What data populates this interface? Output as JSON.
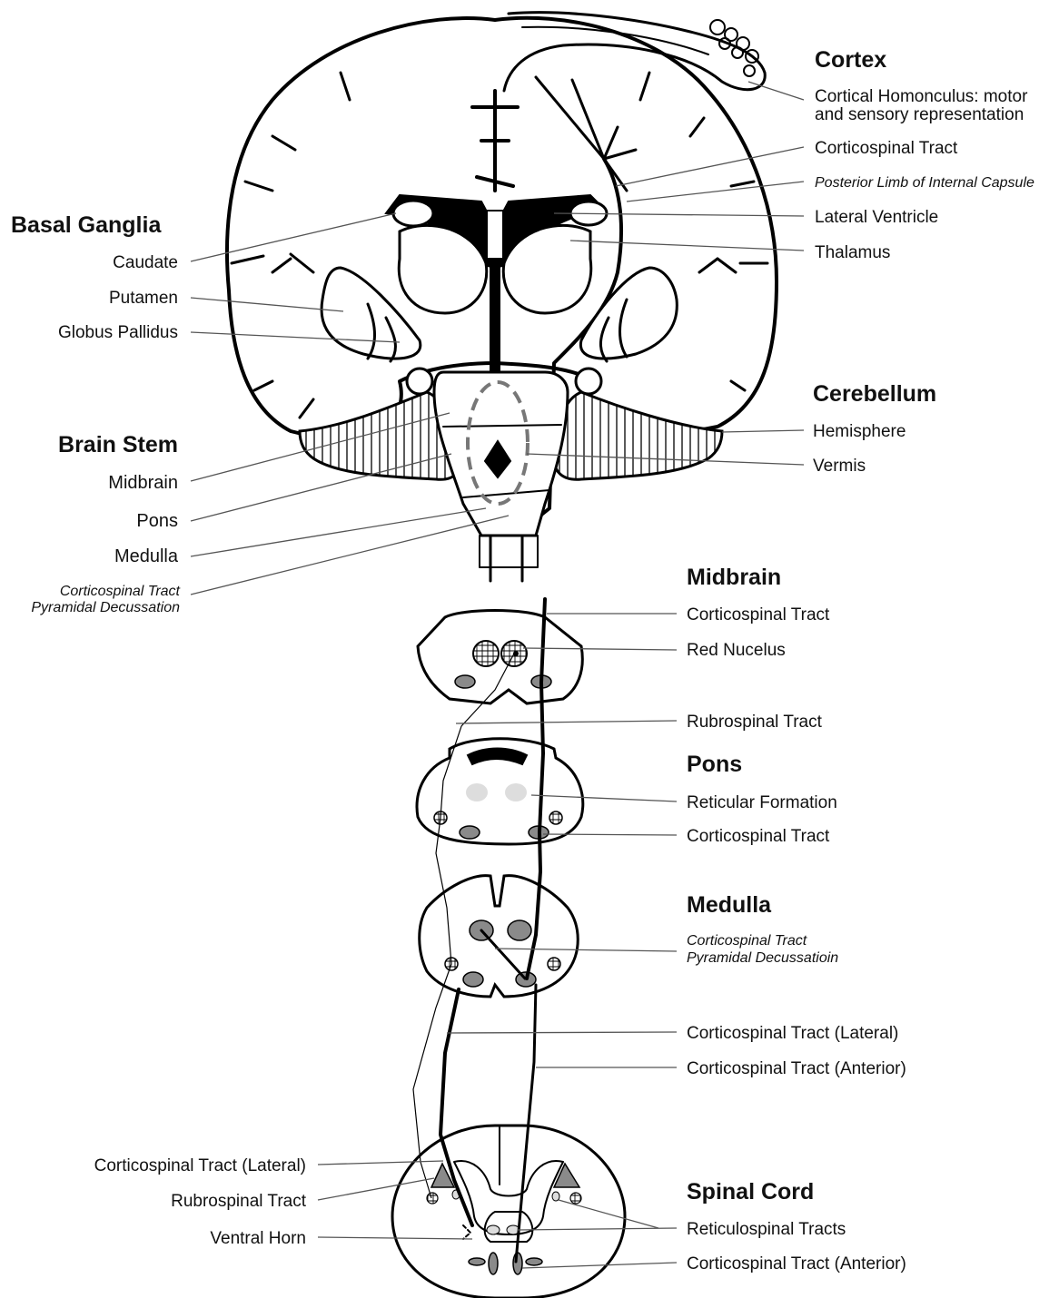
{
  "headings": {
    "cortex": "Cortex",
    "basal_ganglia": "Basal Ganglia",
    "brain_stem": "Brain Stem",
    "cerebellum": "Cerebellum",
    "midbrain": "Midbrain",
    "pons": "Pons",
    "medulla": "Medulla",
    "spinal_cord": "Spinal Cord"
  },
  "cortex": {
    "homonculus_line1": "Cortical Homonculus: motor",
    "homonculus_line2": "and sensory representation",
    "corticospinal": "Corticospinal Tract",
    "internal_capsule": "Posterior Limb of Internal Capsule",
    "lateral_ventricle": "Lateral Ventricle",
    "thalamus": "Thalamus"
  },
  "basal_ganglia": {
    "caudate": "Caudate",
    "putamen": "Putamen",
    "globus_pallidus": "Globus Pallidus"
  },
  "cerebellum": {
    "hemisphere": "Hemisphere",
    "vermis": "Vermis"
  },
  "brain_stem": {
    "midbrain": "Midbrain",
    "pons": "Pons",
    "medulla": "Medulla",
    "decussation_line1": "Corticospinal Tract",
    "decussation_line2": "Pyramidal Decussation"
  },
  "midbrain_section": {
    "corticospinal": "Corticospinal Tract",
    "red_nucleus": "Red Nucelus",
    "rubrospinal": "Rubrospinal Tract"
  },
  "pons_section": {
    "reticular": "Reticular Formation",
    "corticospinal": "Corticospinal Tract"
  },
  "medulla_section": {
    "decussation_line1": "Corticospinal Tract",
    "decussation_line2": "Pyramidal Decussatioin"
  },
  "descending": {
    "lateral": "Corticospinal Tract (Lateral)",
    "anterior": "Corticospinal Tract (Anterior)"
  },
  "spinal_cord": {
    "lateral": "Corticospinal Tract (Lateral)",
    "rubrospinal": "Rubrospinal Tract",
    "ventral_horn": "Ventral Horn",
    "reticulospinal": "Reticulospinal Tracts",
    "anterior": "Corticospinal Tract (Anterior)"
  }
}
